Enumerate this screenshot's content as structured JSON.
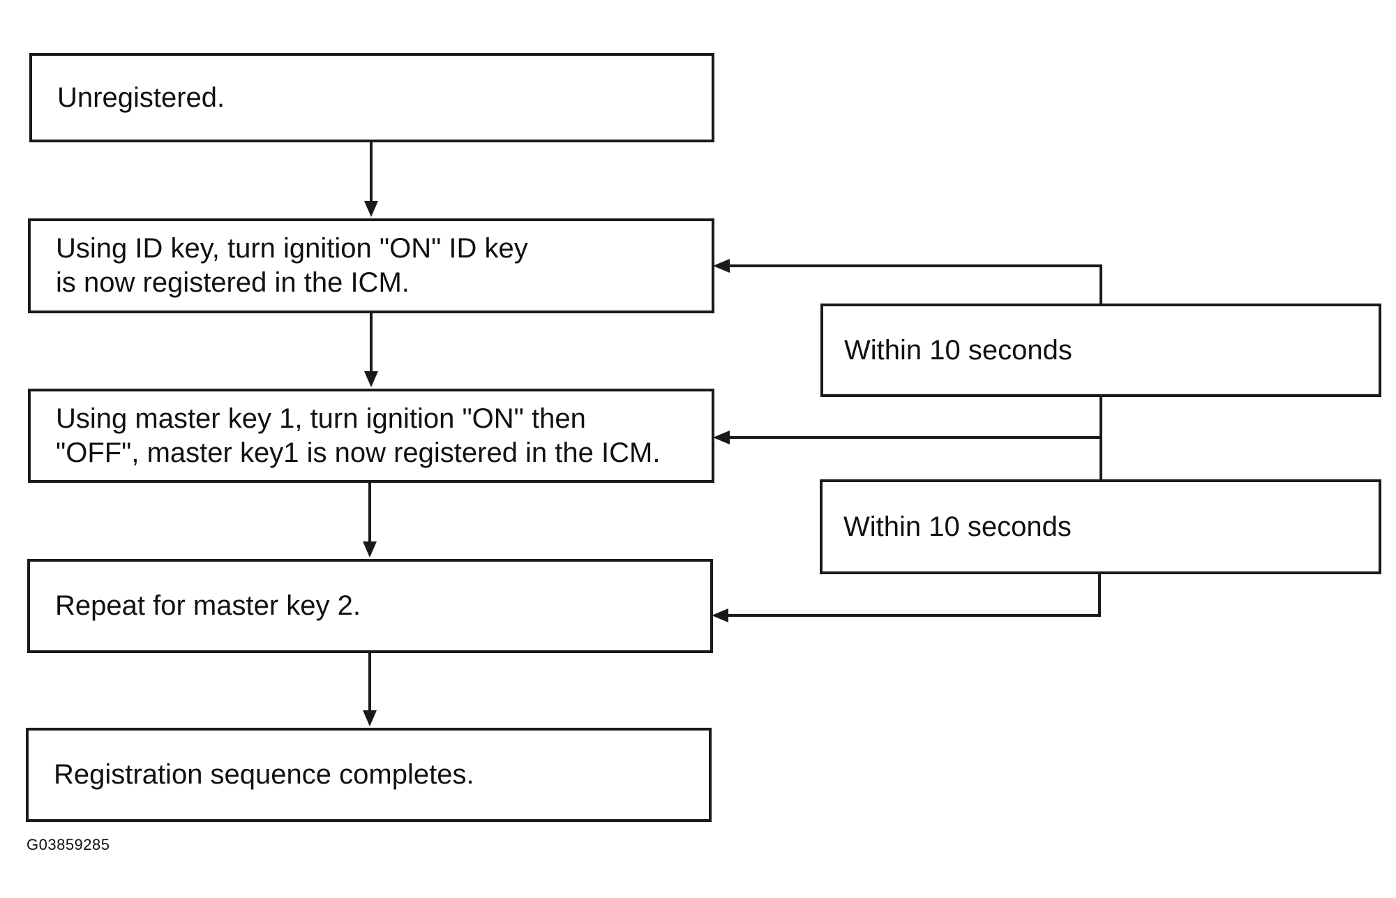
{
  "steps": [
    {
      "lines": [
        "Unregistered."
      ]
    },
    {
      "lines": [
        "Using ID key, turn ignition \"ON\" ID key",
        "is now registered in the ICM."
      ]
    },
    {
      "lines": [
        "Using master key 1, turn ignition \"ON\" then",
        "\"OFF\", master key1 is now registered in the ICM."
      ]
    },
    {
      "lines": [
        "Repeat for master key 2."
      ]
    },
    {
      "lines": [
        "Registration sequence completes."
      ]
    }
  ],
  "timing_notes": [
    {
      "label": "Within 10 seconds"
    },
    {
      "label": "Within 10 seconds"
    }
  ],
  "figure_id": "G03859285",
  "colors": {
    "line": "#1a1a1a",
    "background": "#ffffff",
    "text": "#111111"
  }
}
